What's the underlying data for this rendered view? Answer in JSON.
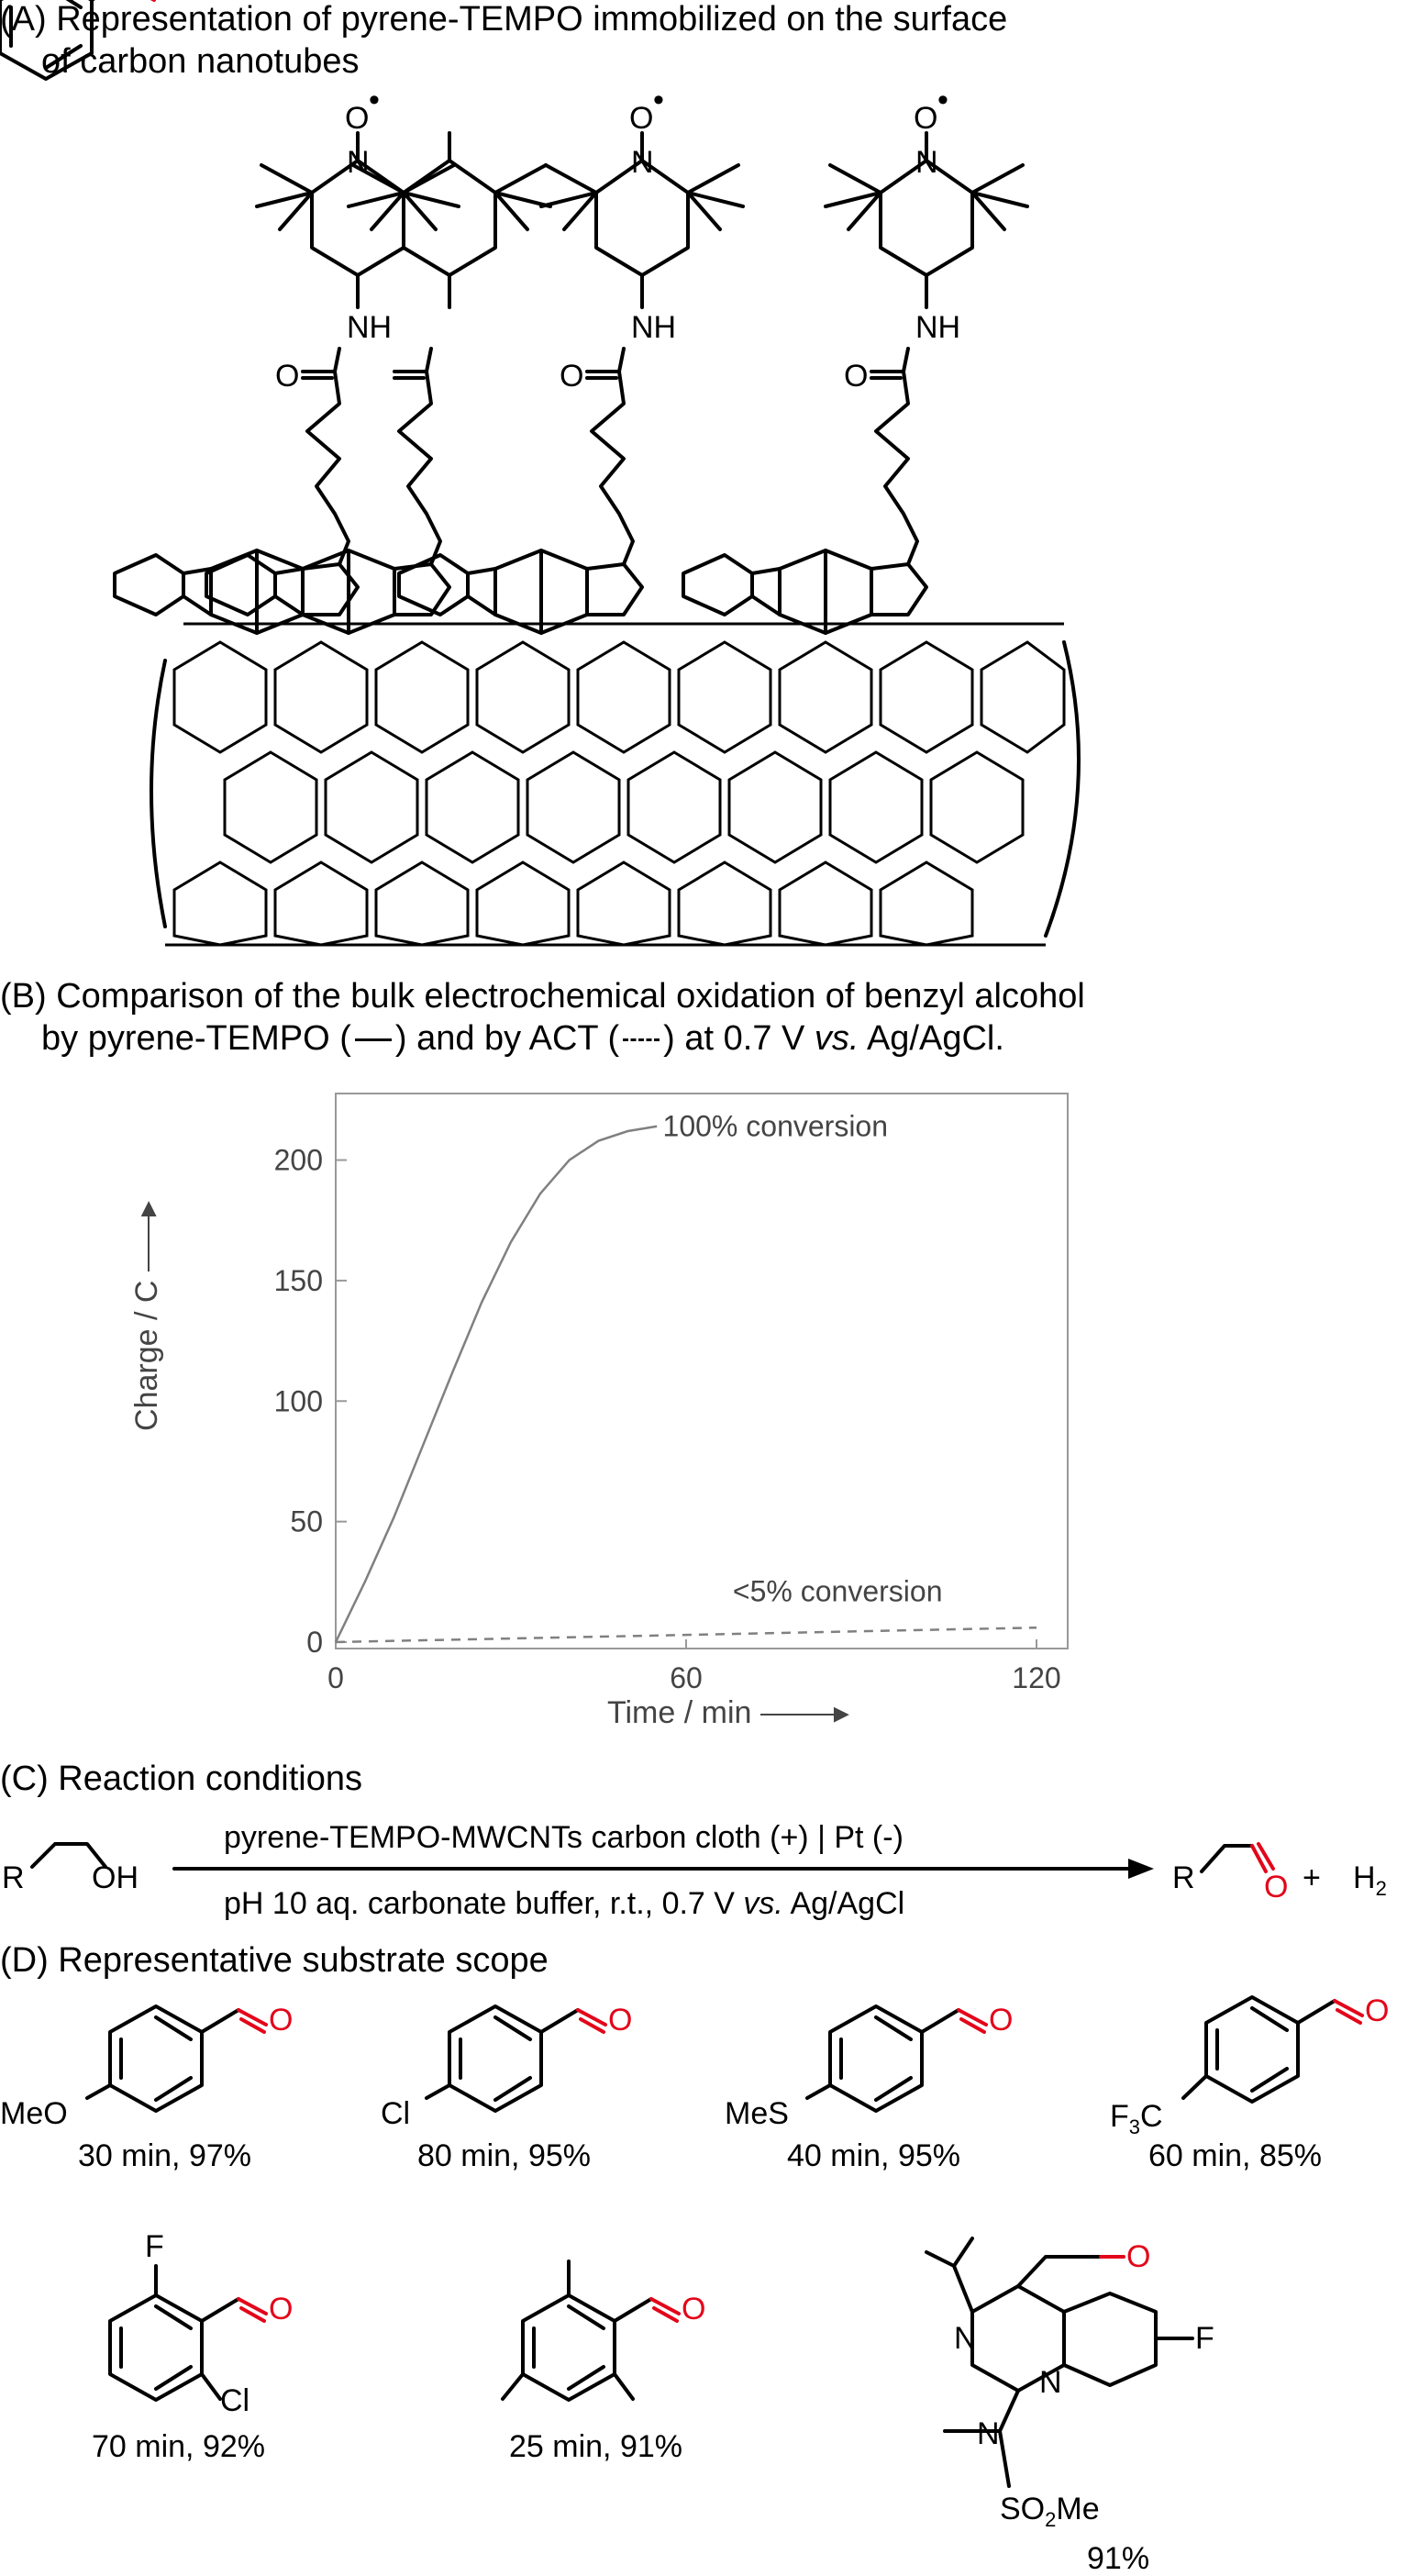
{
  "panel_a": {
    "title_line1": "(A) Representation of pyrene-TEMPO immobilized on the surface",
    "title_line2": "of carbon nanotubes",
    "atoms": {
      "o": "O",
      "n": "N",
      "nh": "NH",
      "o_carbonyl": "O="
    }
  },
  "panel_b": {
    "title_line1": "(B) Comparison of the bulk electrochemical oxidation of benzyl alcohol",
    "title_line2_a": "by pyrene-TEMPO (",
    "title_line2_b": ") and by ACT (",
    "title_line2_c": ") at 0.7 V ",
    "title_line2_vs": "vs.",
    "title_line2_d": " Ag/AgCl."
  },
  "chart_data": {
    "type": "line",
    "xlabel": "Time / min",
    "ylabel": "Charge / C",
    "xlim": [
      0,
      120
    ],
    "ylim": [
      0,
      220
    ],
    "xticks": [
      0,
      60,
      120
    ],
    "yticks": [
      0,
      50,
      100,
      150,
      200
    ],
    "grid": false,
    "series": [
      {
        "name": "pyrene-TEMPO",
        "style": "solid",
        "color": "#808080",
        "x": [
          0,
          5,
          10,
          15,
          20,
          25,
          30,
          35,
          40,
          45,
          50,
          55
        ],
        "y": [
          0,
          25,
          52,
          82,
          112,
          141,
          166,
          186,
          200,
          208,
          212,
          214
        ]
      },
      {
        "name": "ACT",
        "style": "dashed",
        "color": "#808080",
        "x": [
          0,
          20,
          40,
          60,
          80,
          100,
          120
        ],
        "y": [
          0,
          1,
          2,
          3,
          4,
          5,
          6
        ]
      }
    ],
    "annotations": [
      {
        "text": "100% conversion",
        "x": 56,
        "y": 210
      },
      {
        "text": "<5% conversion",
        "x": 68,
        "y": 17
      }
    ]
  },
  "panel_c": {
    "title": "(C) Reaction conditions",
    "reactant_r": "R",
    "reactant_oh": "OH",
    "above_arrow": "pyrene-TEMPO-MWCNTs carbon cloth (+) | Pt (-)",
    "below_arrow_a": "pH 10 aq. carbonate buffer, r.t., 0.7 V ",
    "below_arrow_vs": "vs.",
    "below_arrow_b": " Ag/AgCl",
    "product_r": "R",
    "product_o": "O",
    "plus": "+",
    "h2": "H",
    "h2_sub": "2"
  },
  "panel_d": {
    "title": "(D) Representative substrate scope",
    "o_label": "O",
    "substrates": [
      {
        "substituent": "MeO",
        "caption": "30 min, 97%"
      },
      {
        "substituent": "Cl",
        "caption": "80 min, 95%"
      },
      {
        "substituent": "MeS",
        "caption": "40 min, 95%"
      },
      {
        "substituent": "F",
        "substituent_b": "3",
        "substituent_c": "C",
        "caption": "60 min, 85%"
      },
      {
        "substituent": "F",
        "substituent2": "Cl",
        "caption": "70 min, 92%"
      },
      {
        "substituent": "",
        "caption": "25 min, 91%"
      },
      {
        "substituent": "F",
        "n1": "N",
        "n2": "N",
        "n3": "N",
        "so2me_a": "SO",
        "so2me_b": "2",
        "so2me_c": "Me",
        "caption": "91%"
      }
    ]
  }
}
